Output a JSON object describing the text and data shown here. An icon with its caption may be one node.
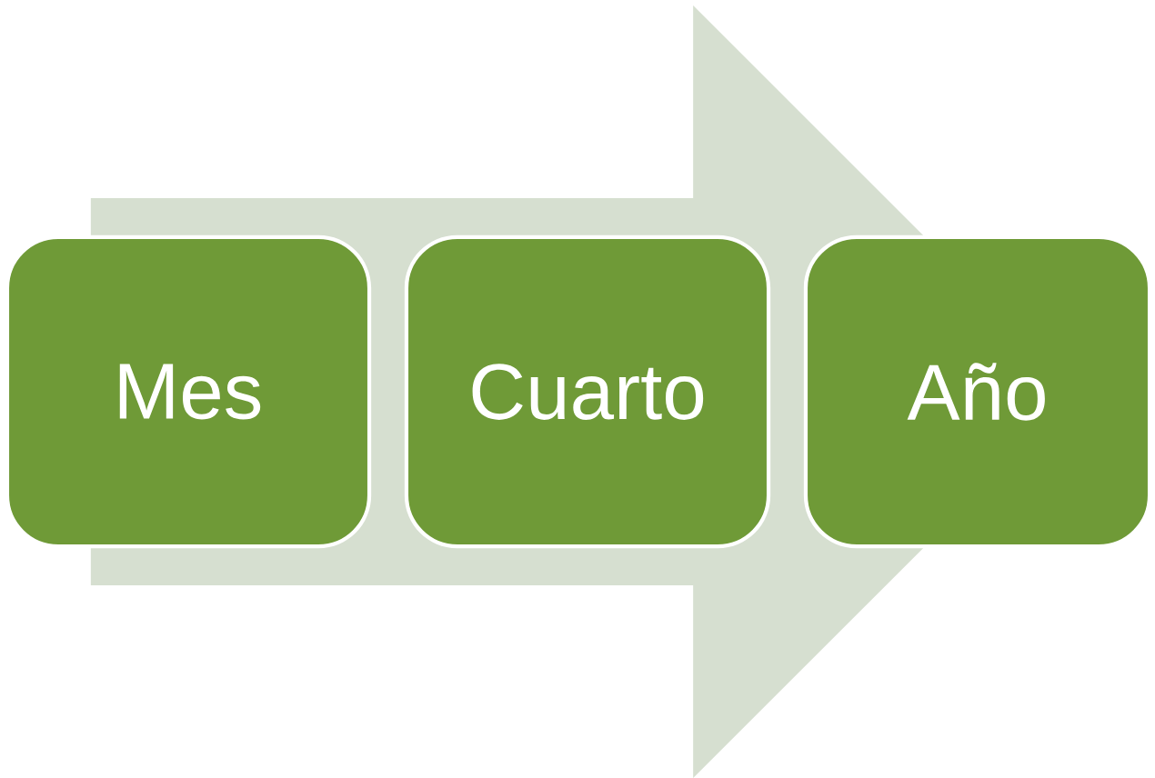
{
  "diagram": {
    "nodes": [
      {
        "text": [
          "Mes"
        ]
      },
      {
        "text": [
          "Cuarto"
        ]
      },
      {
        "text": [
          "Año"
        ]
      }
    ],
    "edges": [
      {
        "from": 0,
        "to": 2,
        "arrow": "to"
      }
    ]
  }
}
